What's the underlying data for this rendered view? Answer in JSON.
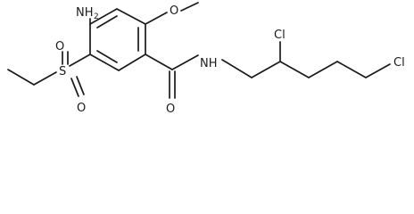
{
  "molecule": {
    "atoms": {
      "amino": "NH",
      "amino_sub": "2",
      "methoxy_o": "O",
      "sulfur": "S",
      "sulfonyl_o_top": "O",
      "sulfonyl_o_bottom": "O",
      "carbonyl_o": "O",
      "amide_nh": "NH",
      "cl_1": "Cl",
      "cl_2": "Cl"
    }
  }
}
